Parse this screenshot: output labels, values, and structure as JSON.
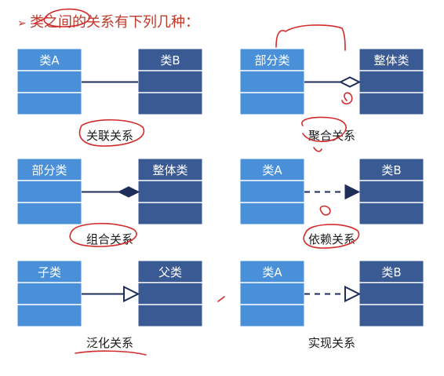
{
  "slide": {
    "bullet": "➢",
    "title": "类之间的关系有下列几种："
  },
  "colors": {
    "light_box": "#4a90d9",
    "dark_box": "#3a5a94",
    "line": "#1f2d5a",
    "annotation": "#d22b2b"
  },
  "relations": [
    {
      "id": "association",
      "left": "类A",
      "right": "类B",
      "caption": "关联关系",
      "connector": "plain-line"
    },
    {
      "id": "aggregation",
      "left": "部分类",
      "right": "整体类",
      "caption": "聚合关系",
      "connector": "hollow-diamond"
    },
    {
      "id": "composition",
      "left": "部分类",
      "right": "整体类",
      "caption": "组合关系",
      "connector": "filled-diamond"
    },
    {
      "id": "dependency",
      "left": "类A",
      "right": "类B",
      "caption": "依赖关系",
      "connector": "dashed-filled-arrow"
    },
    {
      "id": "generalization",
      "left": "子类",
      "right": "父类",
      "caption": "泛化关系",
      "connector": "hollow-triangle"
    },
    {
      "id": "realization",
      "left": "类A",
      "right": "类B",
      "caption": "实现关系",
      "connector": "dashed-hollow-triangle"
    }
  ]
}
